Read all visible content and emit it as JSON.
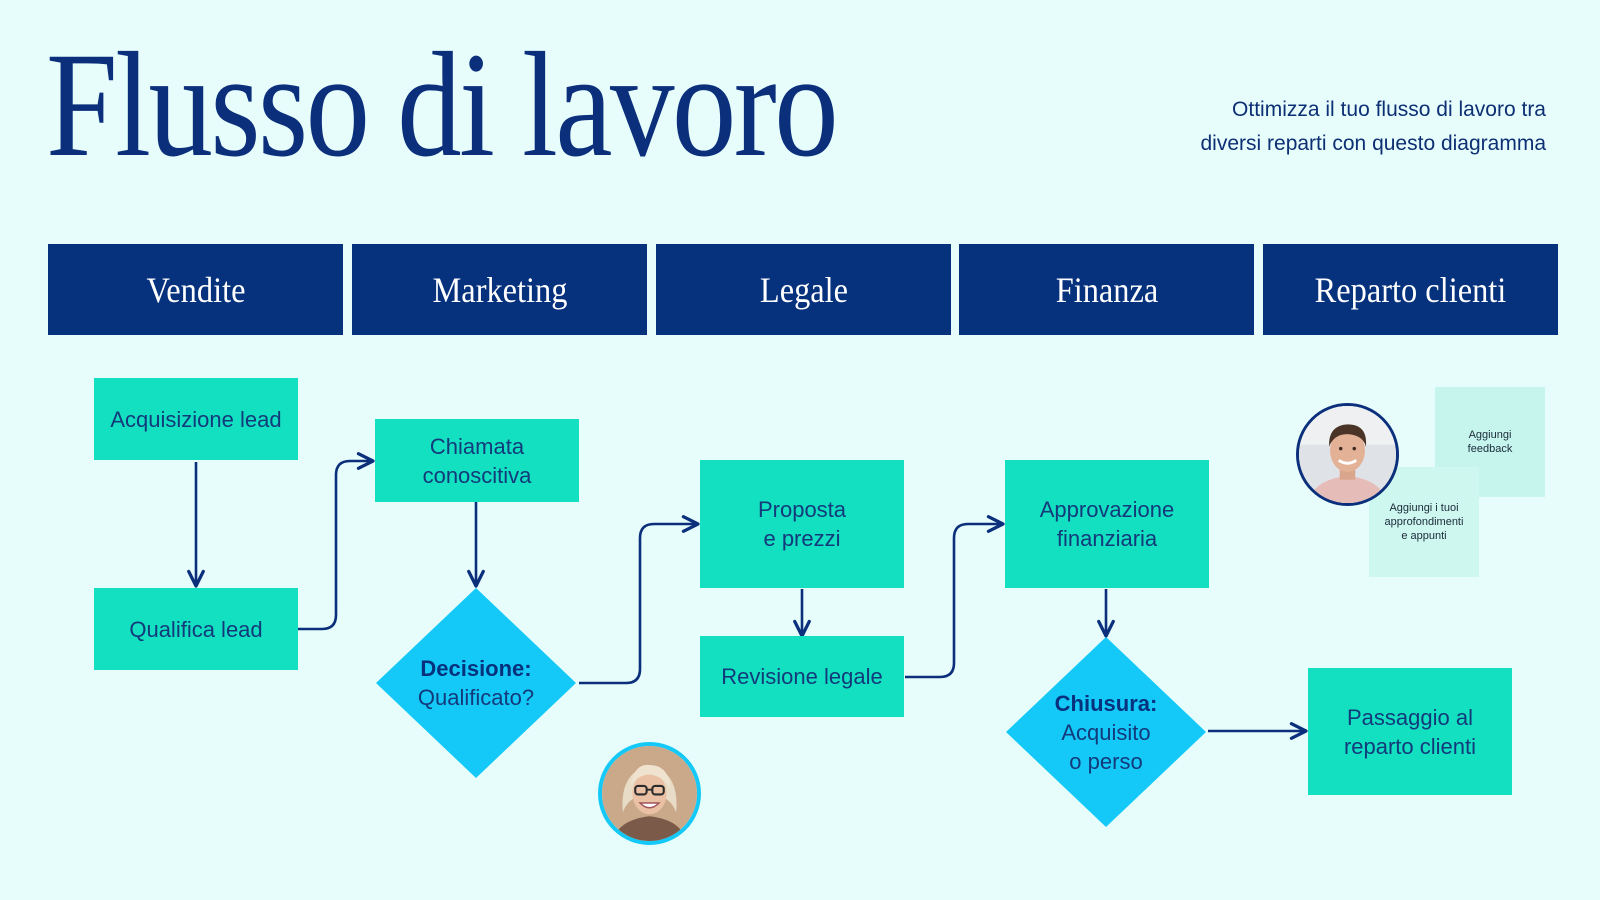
{
  "title": "Flusso di lavoro",
  "subtitle_line1": "Ottimizza il tuo flusso di lavoro tra",
  "subtitle_line2": "diversi reparti con questo diagramma",
  "lanes": [
    "Vendite",
    "Marketing",
    "Legale",
    "Finanza",
    "Reparto clienti"
  ],
  "nodes": {
    "acquisizione_lead": "Acquisizione lead",
    "qualifica_lead": "Qualifica lead",
    "chiamata_line1": "Chiamata",
    "chiamata_line2": "conoscitiva",
    "decisione_bold": "Decisione:",
    "decisione_text": "Qualificato?",
    "proposta_line1": "Proposta",
    "proposta_line2": "e prezzi",
    "revisione_legale": "Revisione legale",
    "approvazione_line1": "Approvazione",
    "approvazione_line2": "finanziaria",
    "chiusura_bold": "Chiusura:",
    "chiusura_line1": "Acquisito",
    "chiusura_line2": "o perso",
    "passaggio_line1": "Passaggio al",
    "passaggio_line2": "reparto clienti"
  },
  "notes": {
    "feedback_line1": "Aggiungi",
    "feedback_line2": "feedback",
    "approfondimenti_line1": "Aggiungi i tuoi",
    "approfondimenti_line2": "approfondimenti",
    "approfondimenti_line3": "e appunti"
  },
  "colors": {
    "background": "#e6fdfc",
    "header": "#06317d",
    "process_box": "#12e0c0",
    "decision": "#14c9f8",
    "note": "#c6f5ee",
    "connector": "#0b2f7b"
  },
  "icons": [
    "avatar-man",
    "avatar-woman"
  ]
}
